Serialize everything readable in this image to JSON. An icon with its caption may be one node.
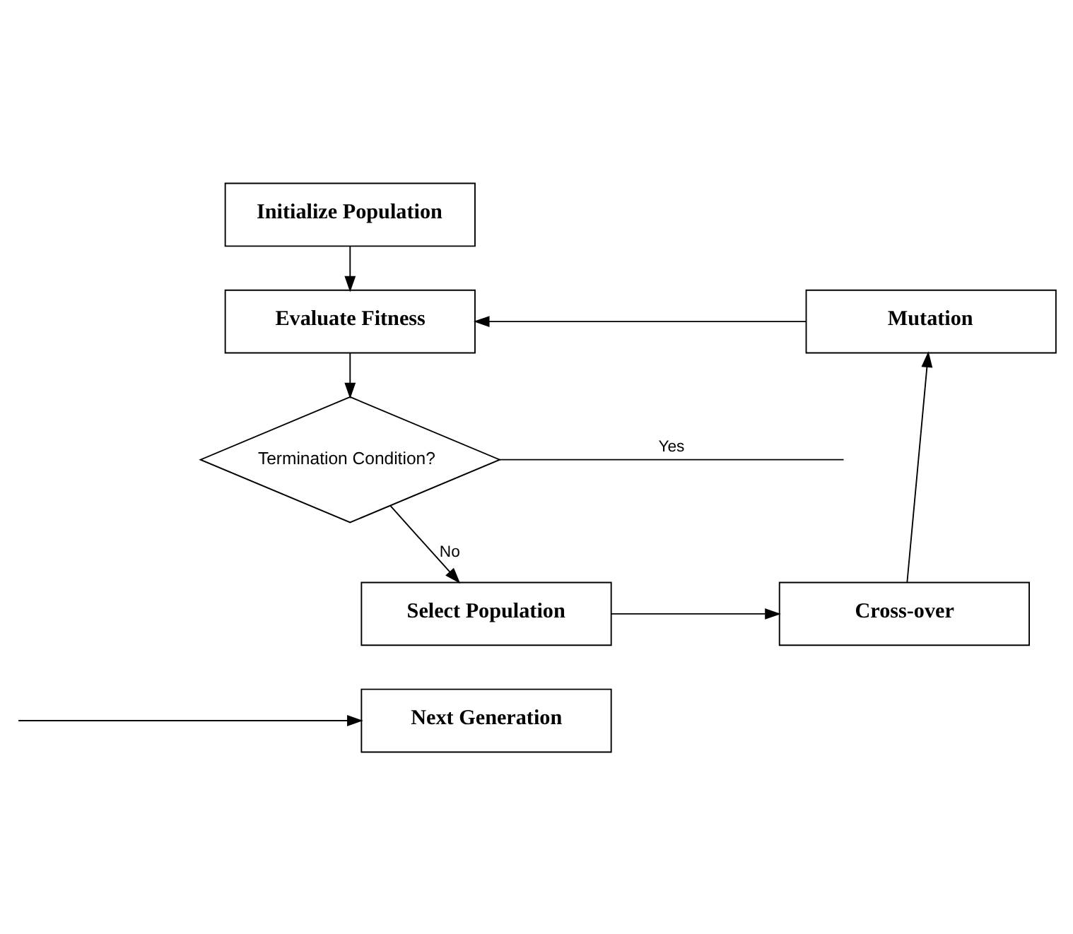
{
  "diagram": {
    "nodes": [
      {
        "text": [
          "Initialize Population"
        ]
      },
      {
        "text": [
          "Evaluate Fitness"
        ]
      },
      {
        "text": [
          "Mutation"
        ]
      },
      {
        "text": [
          "Termination Condition?"
        ]
      },
      {
        "text": [
          "Cross-over"
        ]
      },
      {
        "text": [
          "Select Population"
        ]
      },
      {
        "text": [
          "Next Generation"
        ]
      }
    ],
    "edges": [
      {
        "from": 0,
        "to": 1,
        "arrow": "to"
      },
      {
        "from": 1,
        "to": 3,
        "arrow": "to"
      },
      {
        "from": 3,
        "to": 5,
        "arrow": "to",
        "label": "No"
      },
      {
        "from": 5,
        "to": 4,
        "arrow": "to"
      },
      {
        "from": 4,
        "to": 2,
        "arrow": "to"
      },
      {
        "from": 2,
        "to": 1,
        "arrow": "to"
      },
      {
        "from": 3,
        "to": null,
        "arrow": "none",
        "label": "Yes"
      },
      {
        "from": null,
        "to": 6,
        "arrow": "to"
      }
    ]
  }
}
